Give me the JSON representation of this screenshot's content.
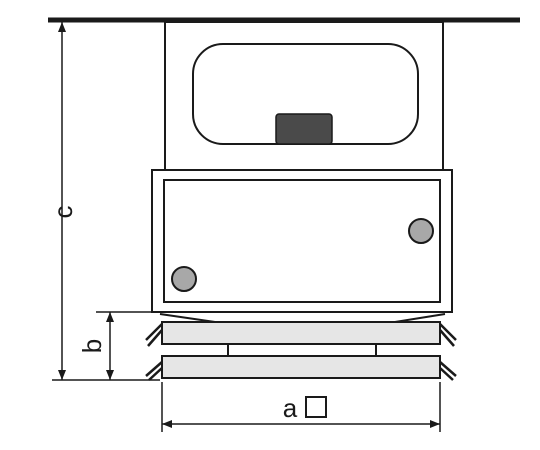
{
  "diagram": {
    "labels": {
      "width": "a",
      "brush_height": "b",
      "total_height": "c"
    },
    "icons": [
      "square-symbol-icon",
      "indicator-lamp-icon",
      "mounting-bolt-icon"
    ],
    "colors": {
      "line": "#1a1a1a",
      "panel_fill": "#ffffff",
      "lamp_fill": "#4a4a4a",
      "bolt_fill": "#a8a8a8",
      "brush_fill": "#e6e6e6"
    }
  }
}
